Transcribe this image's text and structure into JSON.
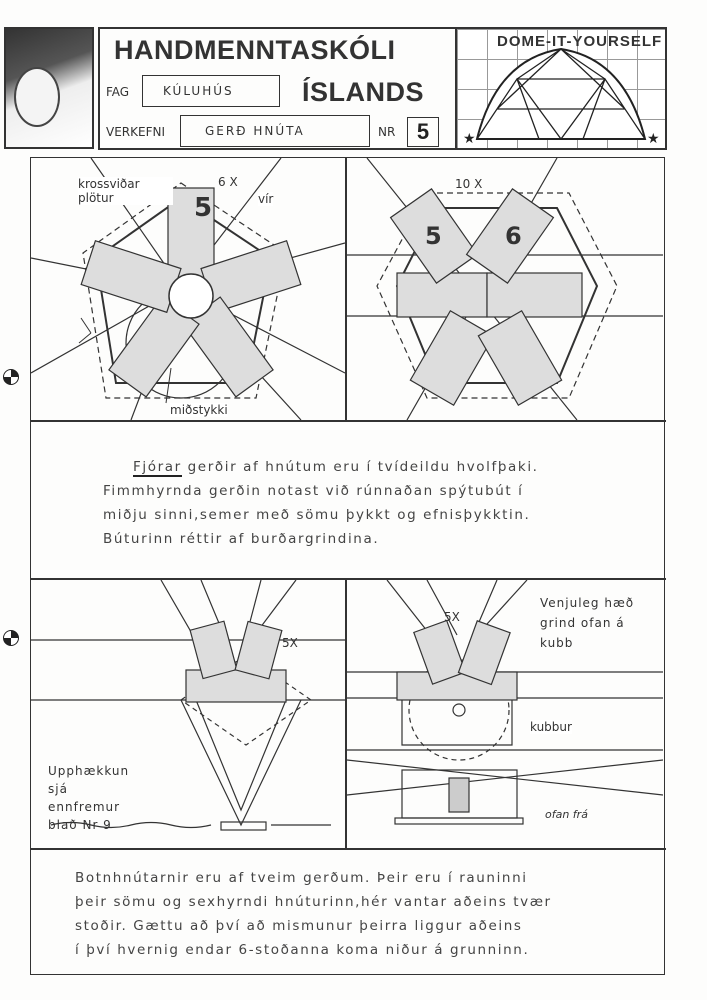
{
  "header": {
    "school_line1": "HANDMENNTASKÓLI",
    "school_line2": "ÍSLANDS",
    "fag_label": "FAG",
    "fag_value": "KÚLUHÚS",
    "verkefni_label": "VERKEFNI",
    "verkefni_value": "GERÐ HNÚTA",
    "nr_label": "NR",
    "nr_value": "5",
    "logo_text": "DOME-IT-YOURSELF"
  },
  "diagrams": {
    "pentagon": {
      "count": "6 X",
      "label_plates": "krossviðar plötur",
      "label_wire": "vír",
      "label_center": "miðstykki",
      "strut_number": "5"
    },
    "hexagon": {
      "count": "10 X",
      "strut_numbers": [
        "5",
        "6"
      ]
    },
    "base_left": {
      "count": "5X",
      "note": "Upphækkun sjá ennfremur blað Nr 9"
    },
    "base_right": {
      "count": "5X",
      "note": "Venjuleg hæð grind ofan á kubb",
      "label_block": "kubbur",
      "label_top_view": "ofan frá"
    }
  },
  "text": {
    "para1_first_word": "Fjórar",
    "para1_rest_line1": " gerðir af hnútum eru í tvídeildu hvolfþaki.",
    "para1_lines": [
      "Fimmhyrnda gerðin notast við rúnnaðan spýtubút í",
      "miðju sinni,semer með sömu þykkt og efnisþykktin.",
      "Búturinn réttir af burðargrindina."
    ],
    "para2_lines": [
      "Botnhnútarnir eru af tveim gerðum. Þeir eru í rauninni",
      "þeir sömu og sexhyrndi  hnúturinn,hér vantar aðeins tvær",
      "stoðir. Gættu að því að mismunur þeirra liggur aðeins",
      "í því hvernig endar 6-stoðanna koma niður á grunninn."
    ]
  }
}
